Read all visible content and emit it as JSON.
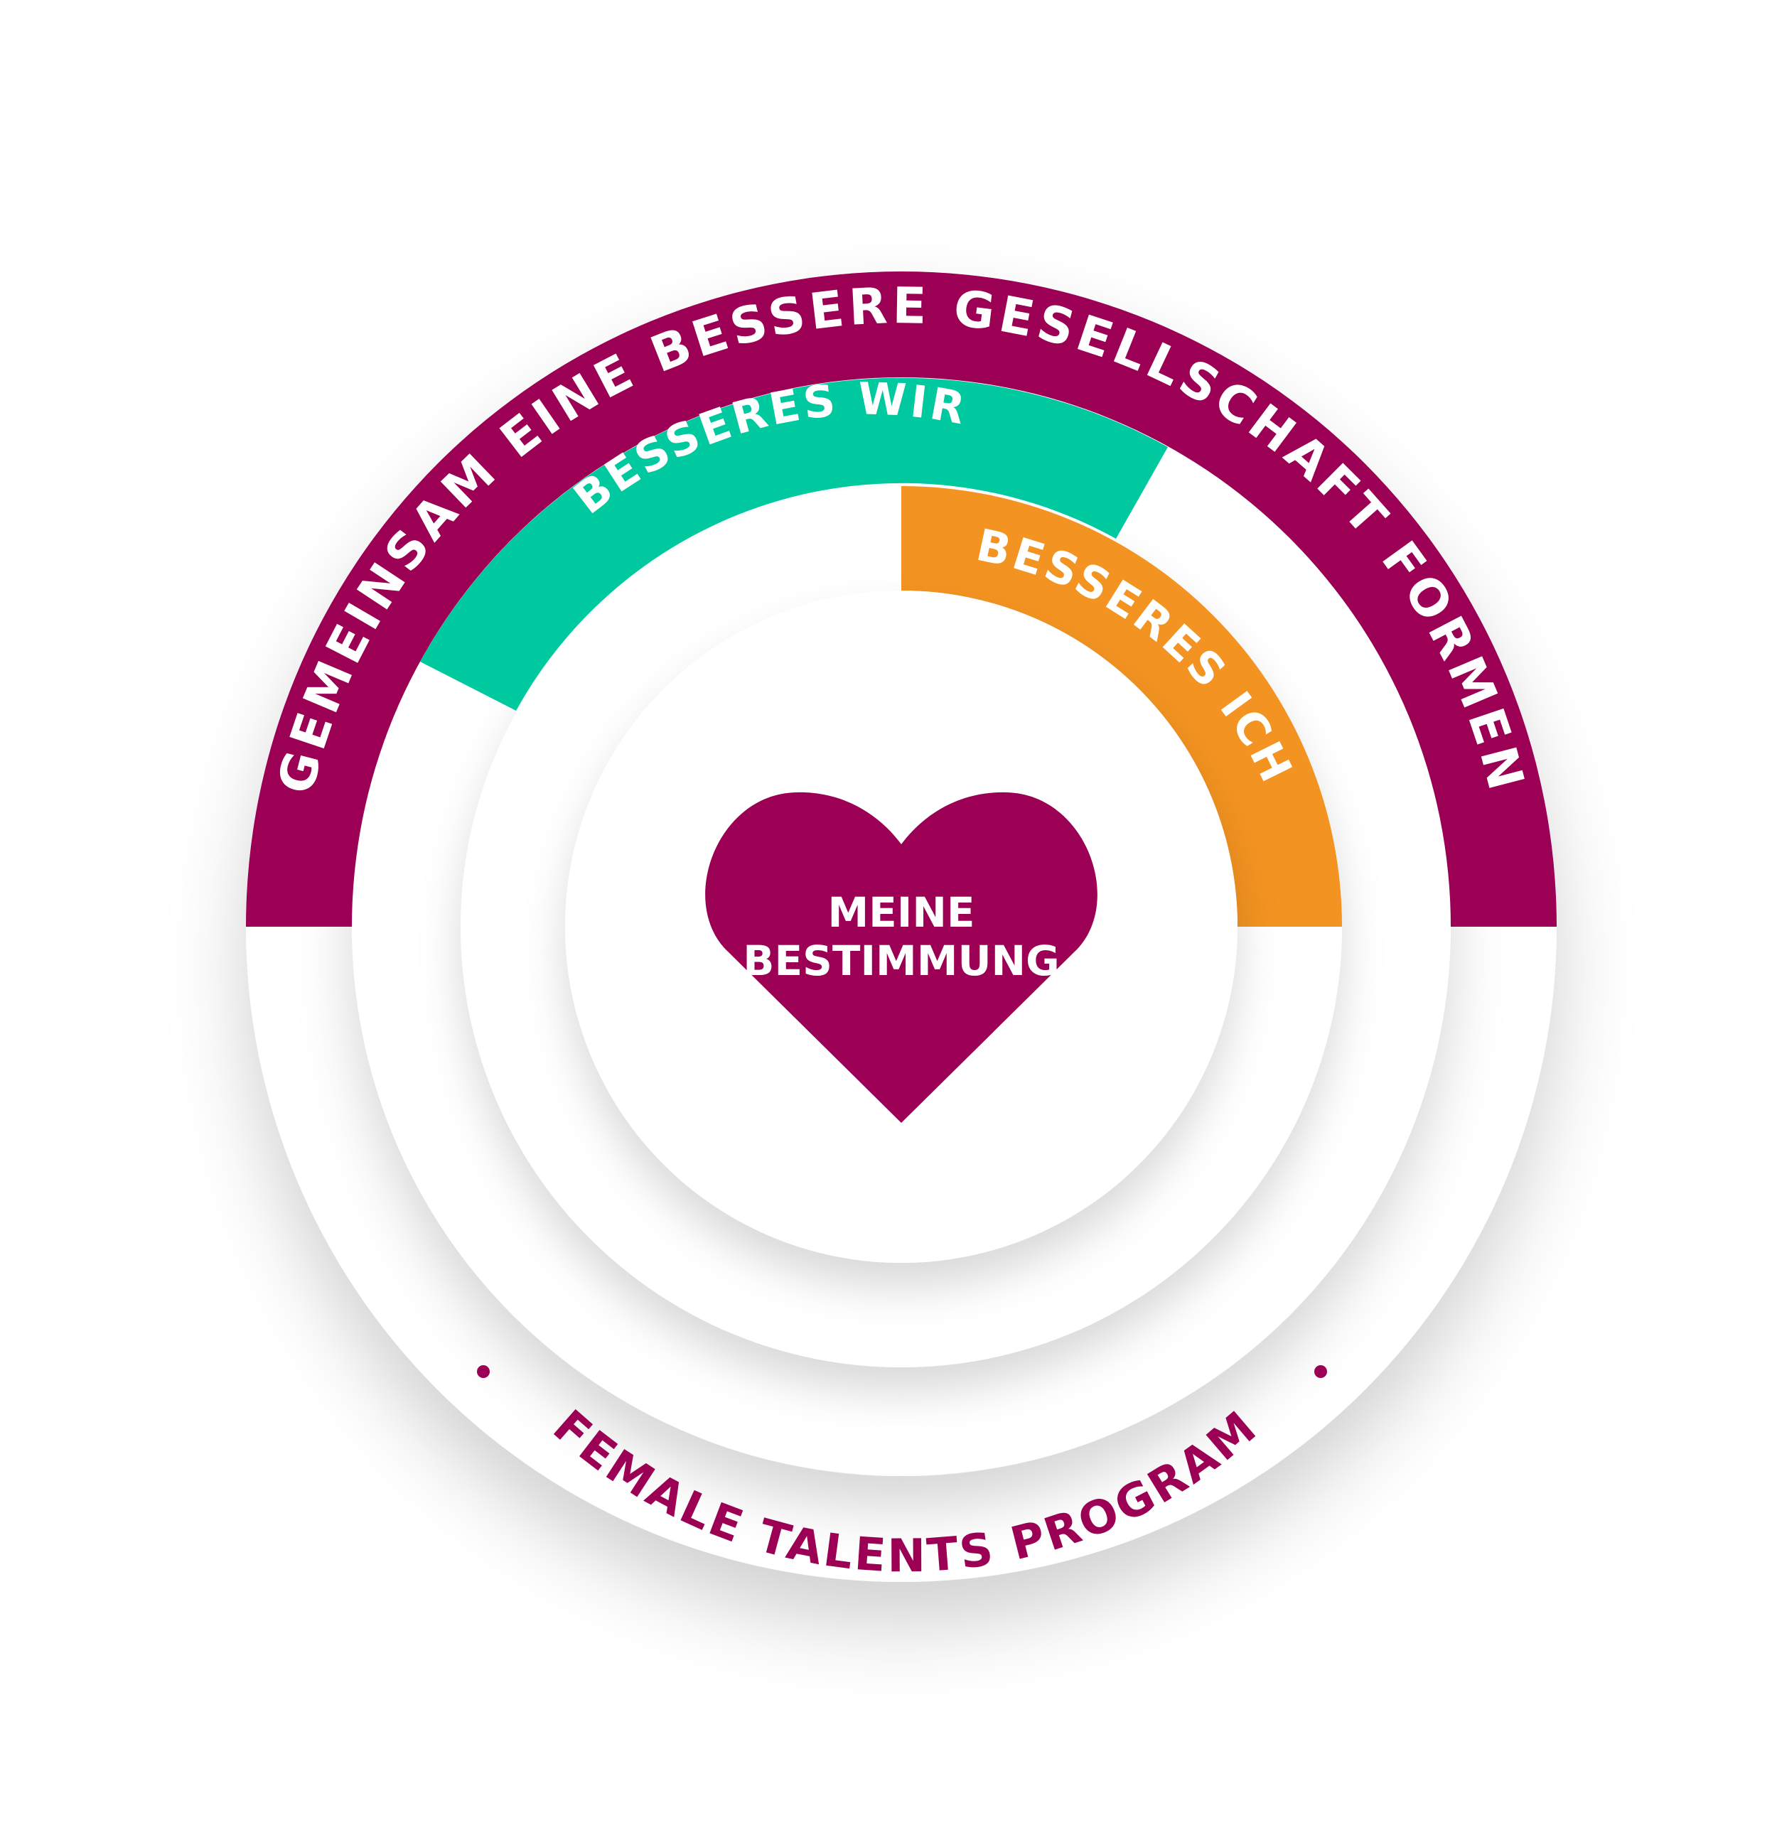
{
  "outer_arc": {
    "label": "GEMEINSAM EINE BESSERE GESELLSCHAFT FORMEN",
    "color": "#9b0054"
  },
  "middle_arc": {
    "label": "BESSERES WIR",
    "color": "#00c9a0"
  },
  "inner_arc": {
    "label": "BESSERES ICH",
    "color": "#f39321"
  },
  "heart": {
    "line1": "MEINE",
    "line2": "BESTIMMUNG",
    "color": "#9b0054",
    "icon": "heart-icon"
  },
  "program": {
    "label": "FEMALE TALENTS PROGRAM",
    "color": "#9b0054"
  },
  "ring_color": "#ffffff"
}
